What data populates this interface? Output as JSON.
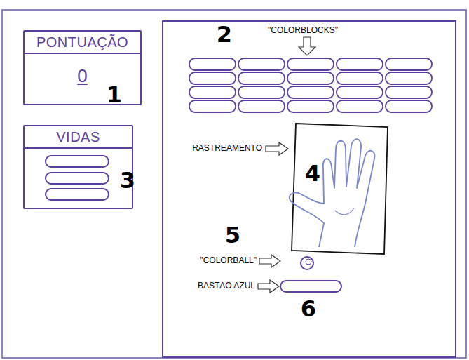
{
  "diagram": {
    "nodes": [
      {
        "text": [
          "PONTUAÇÃO",
          "0"
        ]
      },
      {
        "text": [
          "VIDAS"
        ]
      }
    ],
    "labels": [
      "1",
      "\"COLORBLOCKS\"",
      "2",
      "3",
      "RASTREAMENTO",
      "4",
      "5",
      "\"COLORBALL\"",
      "BASTÃO AZUL",
      "6"
    ]
  }
}
